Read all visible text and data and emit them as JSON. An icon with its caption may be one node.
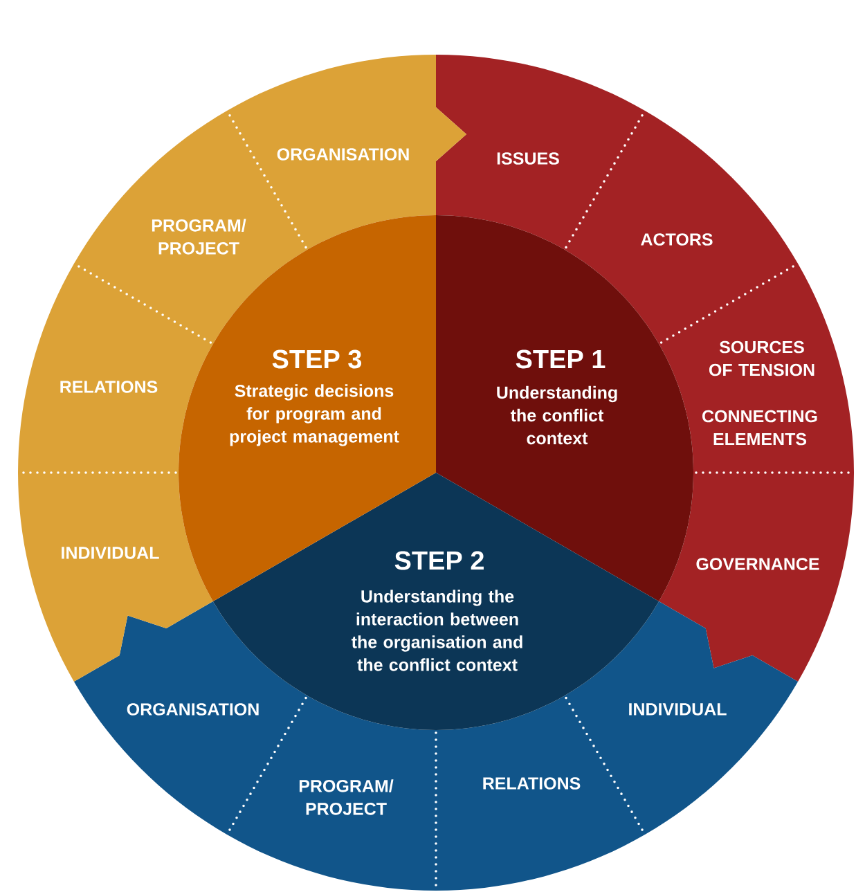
{
  "diagram": {
    "nodes": [
      {
        "text": [
          "STEP 1",
          "Understanding the conflict context"
        ]
      },
      {
        "text": [
          "STEP 2",
          "Understanding the interaction between the organisation and the conflict context"
        ]
      },
      {
        "text": [
          "STEP 3",
          "Strategic decisions for program and project management"
        ]
      },
      {
        "text": [
          "ISSUES",
          "ACTORS",
          "SOURCES OF TENSION",
          "CONNECTING ELEMENTS",
          "GOVERNANCE"
        ]
      },
      {
        "text": [
          "INDIVIDUAL",
          "RELATIONS",
          "PROGRAM/ PROJECT",
          "ORGANISATION"
        ]
      },
      {
        "text": [
          "INDIVIDUAL",
          "RELATIONS",
          "PROGRAM/ PROJECT",
          "ORGANISATION"
        ]
      }
    ]
  }
}
